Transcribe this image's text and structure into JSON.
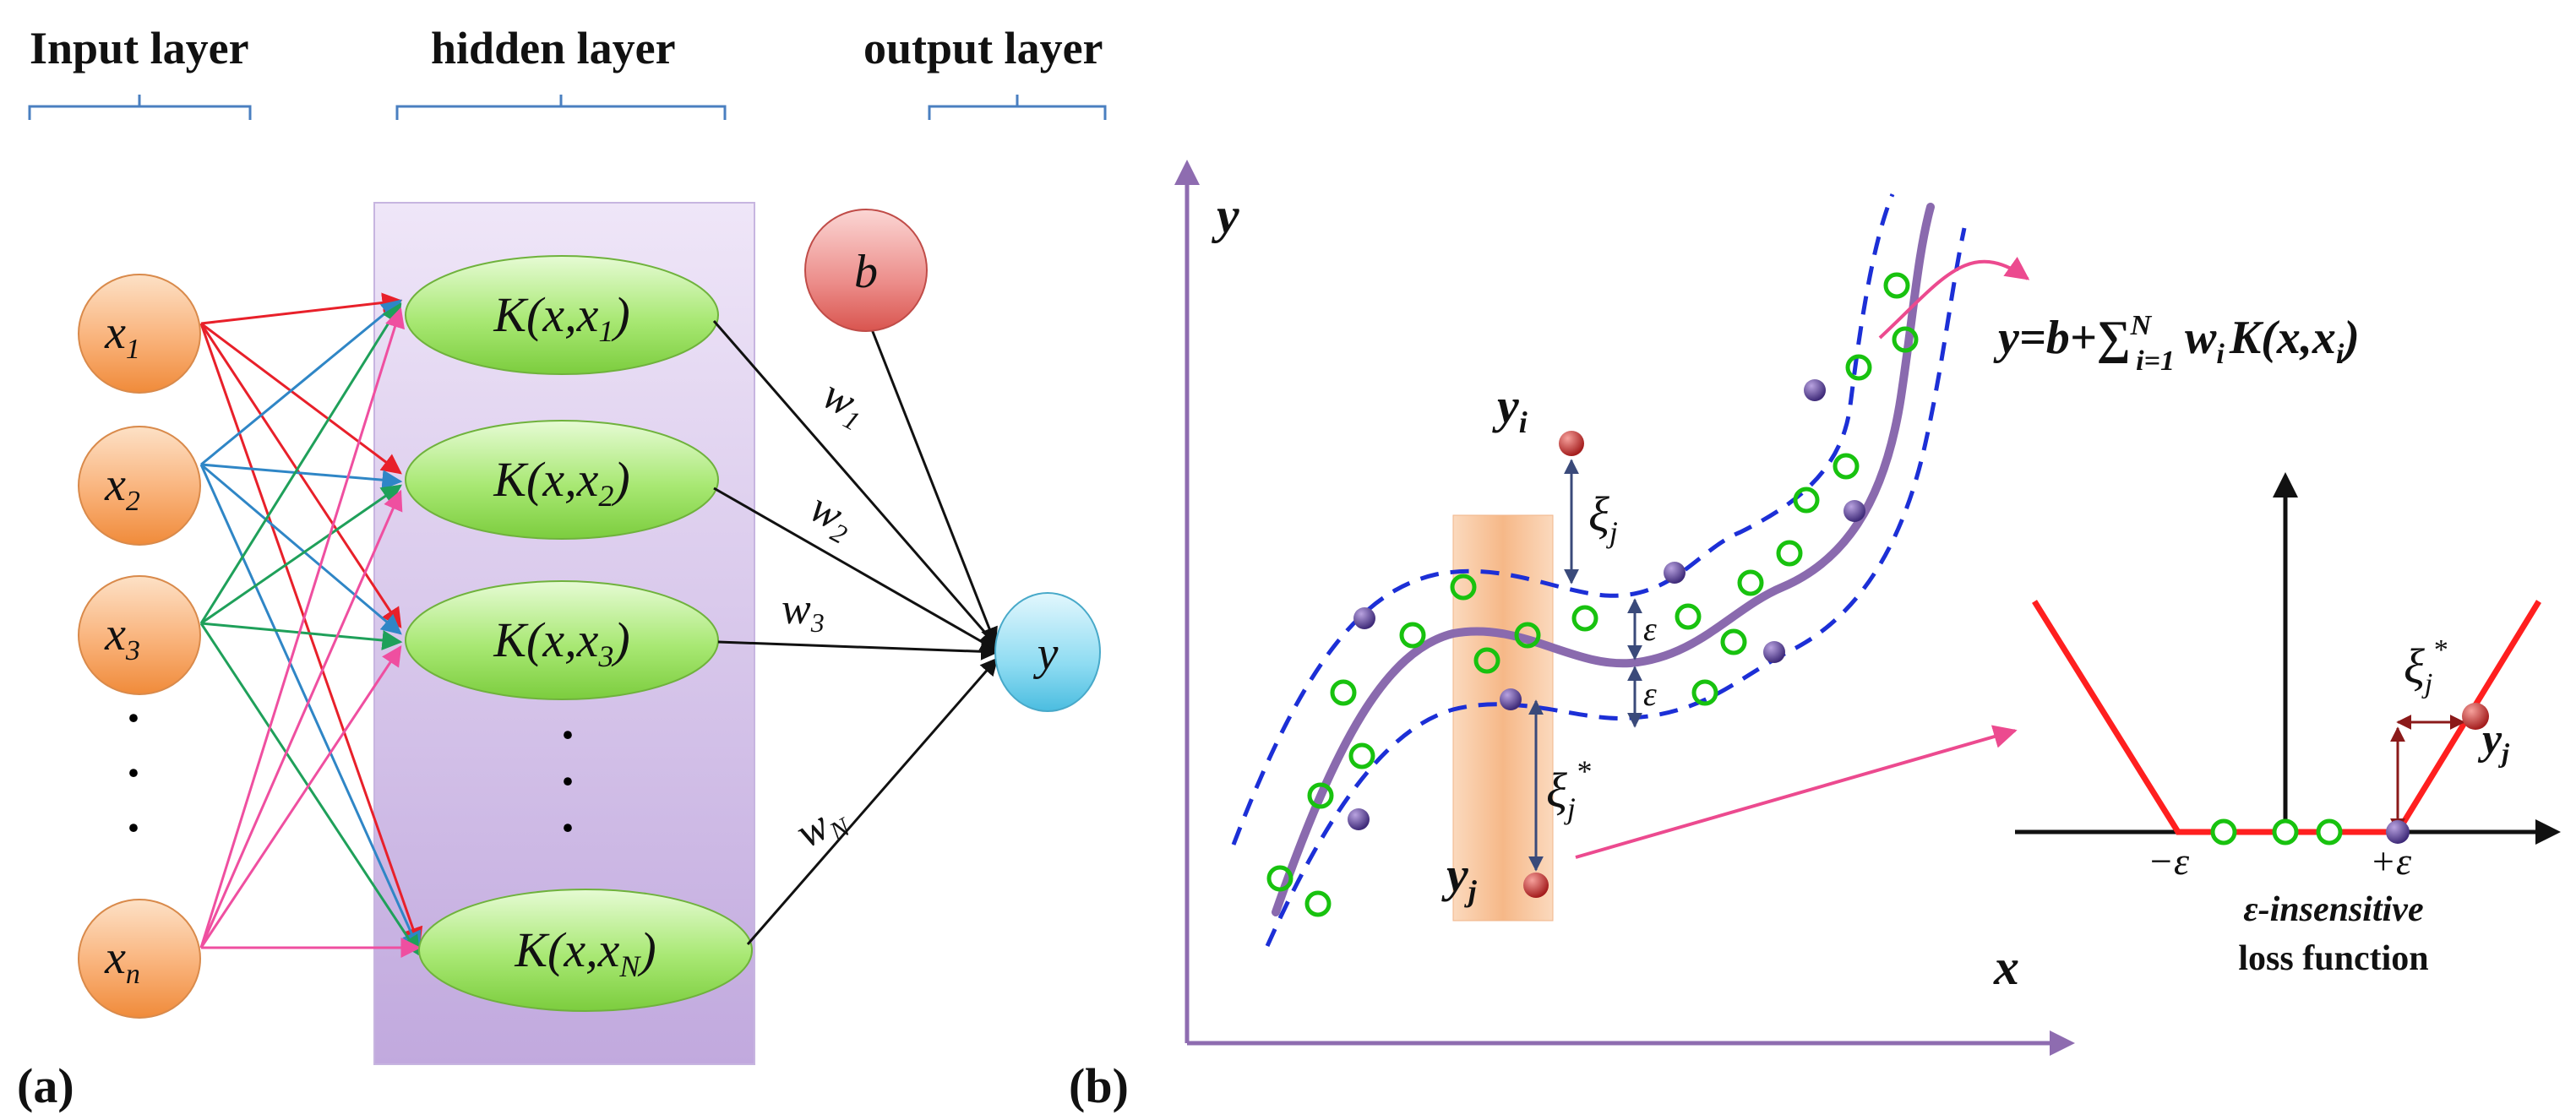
{
  "panel_a": {
    "label": "(a)",
    "headers": {
      "input": "Input layer",
      "hidden": "hidden layer",
      "output": "output layer"
    },
    "inputs": [
      {
        "base": "x",
        "sub": "1"
      },
      {
        "base": "x",
        "sub": "2"
      },
      {
        "base": "x",
        "sub": "3"
      },
      {
        "base": "x",
        "sub": "n"
      }
    ],
    "kernels": [
      {
        "prefix": "K(x,x",
        "sub": "1",
        "suffix": ")"
      },
      {
        "prefix": "K(x,x",
        "sub": "2",
        "suffix": ")"
      },
      {
        "prefix": "K(x,x",
        "sub": "3",
        "suffix": ")"
      },
      {
        "prefix": "K(x,x",
        "sub": "N",
        "suffix": ")"
      }
    ],
    "weights": [
      {
        "base": "w",
        "sub": "1"
      },
      {
        "base": "w",
        "sub": "2"
      },
      {
        "base": "w",
        "sub": "3"
      },
      {
        "base": "w",
        "sub": "N"
      }
    ],
    "bias": "b",
    "output": "y",
    "ellipsis": "·",
    "colors": {
      "input_fill": "#f7a35c",
      "kernel_fill": "#a3e36b",
      "bias_fill": "#e56a6a",
      "output_fill": "#7fd3ee",
      "hidden_panel": "#d8c8ea",
      "edge_red": "#e8202a",
      "edge_blue": "#2f86c6",
      "edge_green": "#1fa05a",
      "edge_pink": "#ef4fa0",
      "bracket": "#4a7fc0"
    }
  },
  "panel_b": {
    "label": "(b)",
    "y_axis": "y",
    "x_axis": "x",
    "equation": {
      "lhs": "y=b+",
      "sum": "∑",
      "sup": "N",
      "sub": "i=1",
      "term": "w",
      "term_sub": "i",
      "kernel": "K(x,x",
      "kernel_sub": "i",
      "close": ")"
    },
    "yi": {
      "base": "y",
      "sub": "i"
    },
    "yj": {
      "base": "y",
      "sub": "j"
    },
    "xi_j": {
      "base": "ξ",
      "sub": "j"
    },
    "xi_j_star": {
      "base": "ξ",
      "sub": "j",
      "sup": "*"
    },
    "epsilon": "ε",
    "loss": {
      "minus_eps": "−ε",
      "plus_eps": "+ε",
      "xi": {
        "base": "ξ",
        "sub": "j",
        "sup": "*"
      },
      "yj": {
        "base": "y",
        "sub": "j"
      },
      "caption_line1": "ε-insensitive",
      "caption_line2": "loss function"
    },
    "colors": {
      "axis": "#8e6cb0",
      "curve": "#8a6aae",
      "tube": "#1c2fd6",
      "point_ring": "#18c20f",
      "point_purple": "#5a3f91",
      "point_red": "#c9302c",
      "highlight": "#f8c9a4",
      "arrow_pink": "#ec4a8f",
      "loss_red": "#ff1f1f"
    }
  }
}
